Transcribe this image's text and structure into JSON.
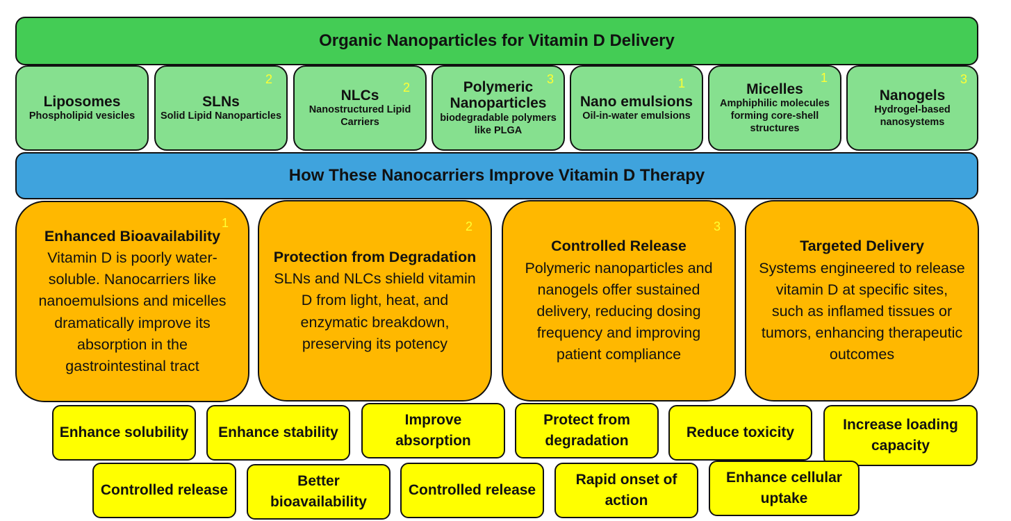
{
  "top_banner": "Organic Nanoparticles for Vitamin D Delivery",
  "nanoparticles": [
    {
      "title": "Liposomes",
      "desc": "Phospholipid vesicles",
      "badge": ""
    },
    {
      "title": "SLNs",
      "desc": "Solid Lipid Nanoparticles",
      "badge": "2"
    },
    {
      "title": "NLCs",
      "desc": "Nanostructured Lipid Carriers",
      "badge": "2"
    },
    {
      "title": "Polymeric Nanoparticles",
      "desc": "biodegradable polymers like PLGA",
      "badge": "3"
    },
    {
      "title": "Nano emulsions",
      "desc": "Oil-in-water emulsions",
      "badge": "1"
    },
    {
      "title": "Micelles",
      "desc": "Amphiphilic molecules forming core-shell structures",
      "badge": "1"
    },
    {
      "title": "Nanogels",
      "desc": "Hydrogel-based nanosystems",
      "badge": "3"
    }
  ],
  "middle_banner": "How These Nanocarriers Improve Vitamin D Therapy",
  "benefits": [
    {
      "title": "Enhanced Bioavailability",
      "desc": "Vitamin D is poorly water-soluble. Nanocarriers like nanoemulsions and micelles dramatically improve its absorption in the gastrointestinal tract",
      "badge": "1"
    },
    {
      "title": "Protection from Degradation",
      "desc": "SLNs and NLCs shield vitamin D from light, heat, and enzymatic breakdown, preserving its potency",
      "badge": "2"
    },
    {
      "title": "Controlled Release",
      "desc": "Polymeric nanoparticles and nanogels offer sustained delivery, reducing dosing frequency and improving patient compliance",
      "badge": "3"
    },
    {
      "title": "Targeted Delivery",
      "desc": "Systems engineered to release vitamin D at specific sites, such as inflamed tissues or tumors, enhancing therapeutic outcomes",
      "badge": ""
    }
  ],
  "tags_row1": [
    "Enhance solubility",
    "Enhance stability",
    "Improve absorption",
    "Protect from degradation",
    "Reduce toxicity",
    "Increase loading capacity"
  ],
  "tags_row2": [
    "Controlled release",
    "Better bioavailability",
    "Controlled release",
    "Rapid onset of action",
    "Enhance cellular uptake"
  ],
  "colors": {
    "green_banner": "#44cc55",
    "nanoparticle_box": "#86e08f",
    "blue_banner": "#3fa3dd",
    "benefit_box": "#ffb800",
    "tag_box": "#ffff00",
    "badge_text": "#ffff33"
  }
}
